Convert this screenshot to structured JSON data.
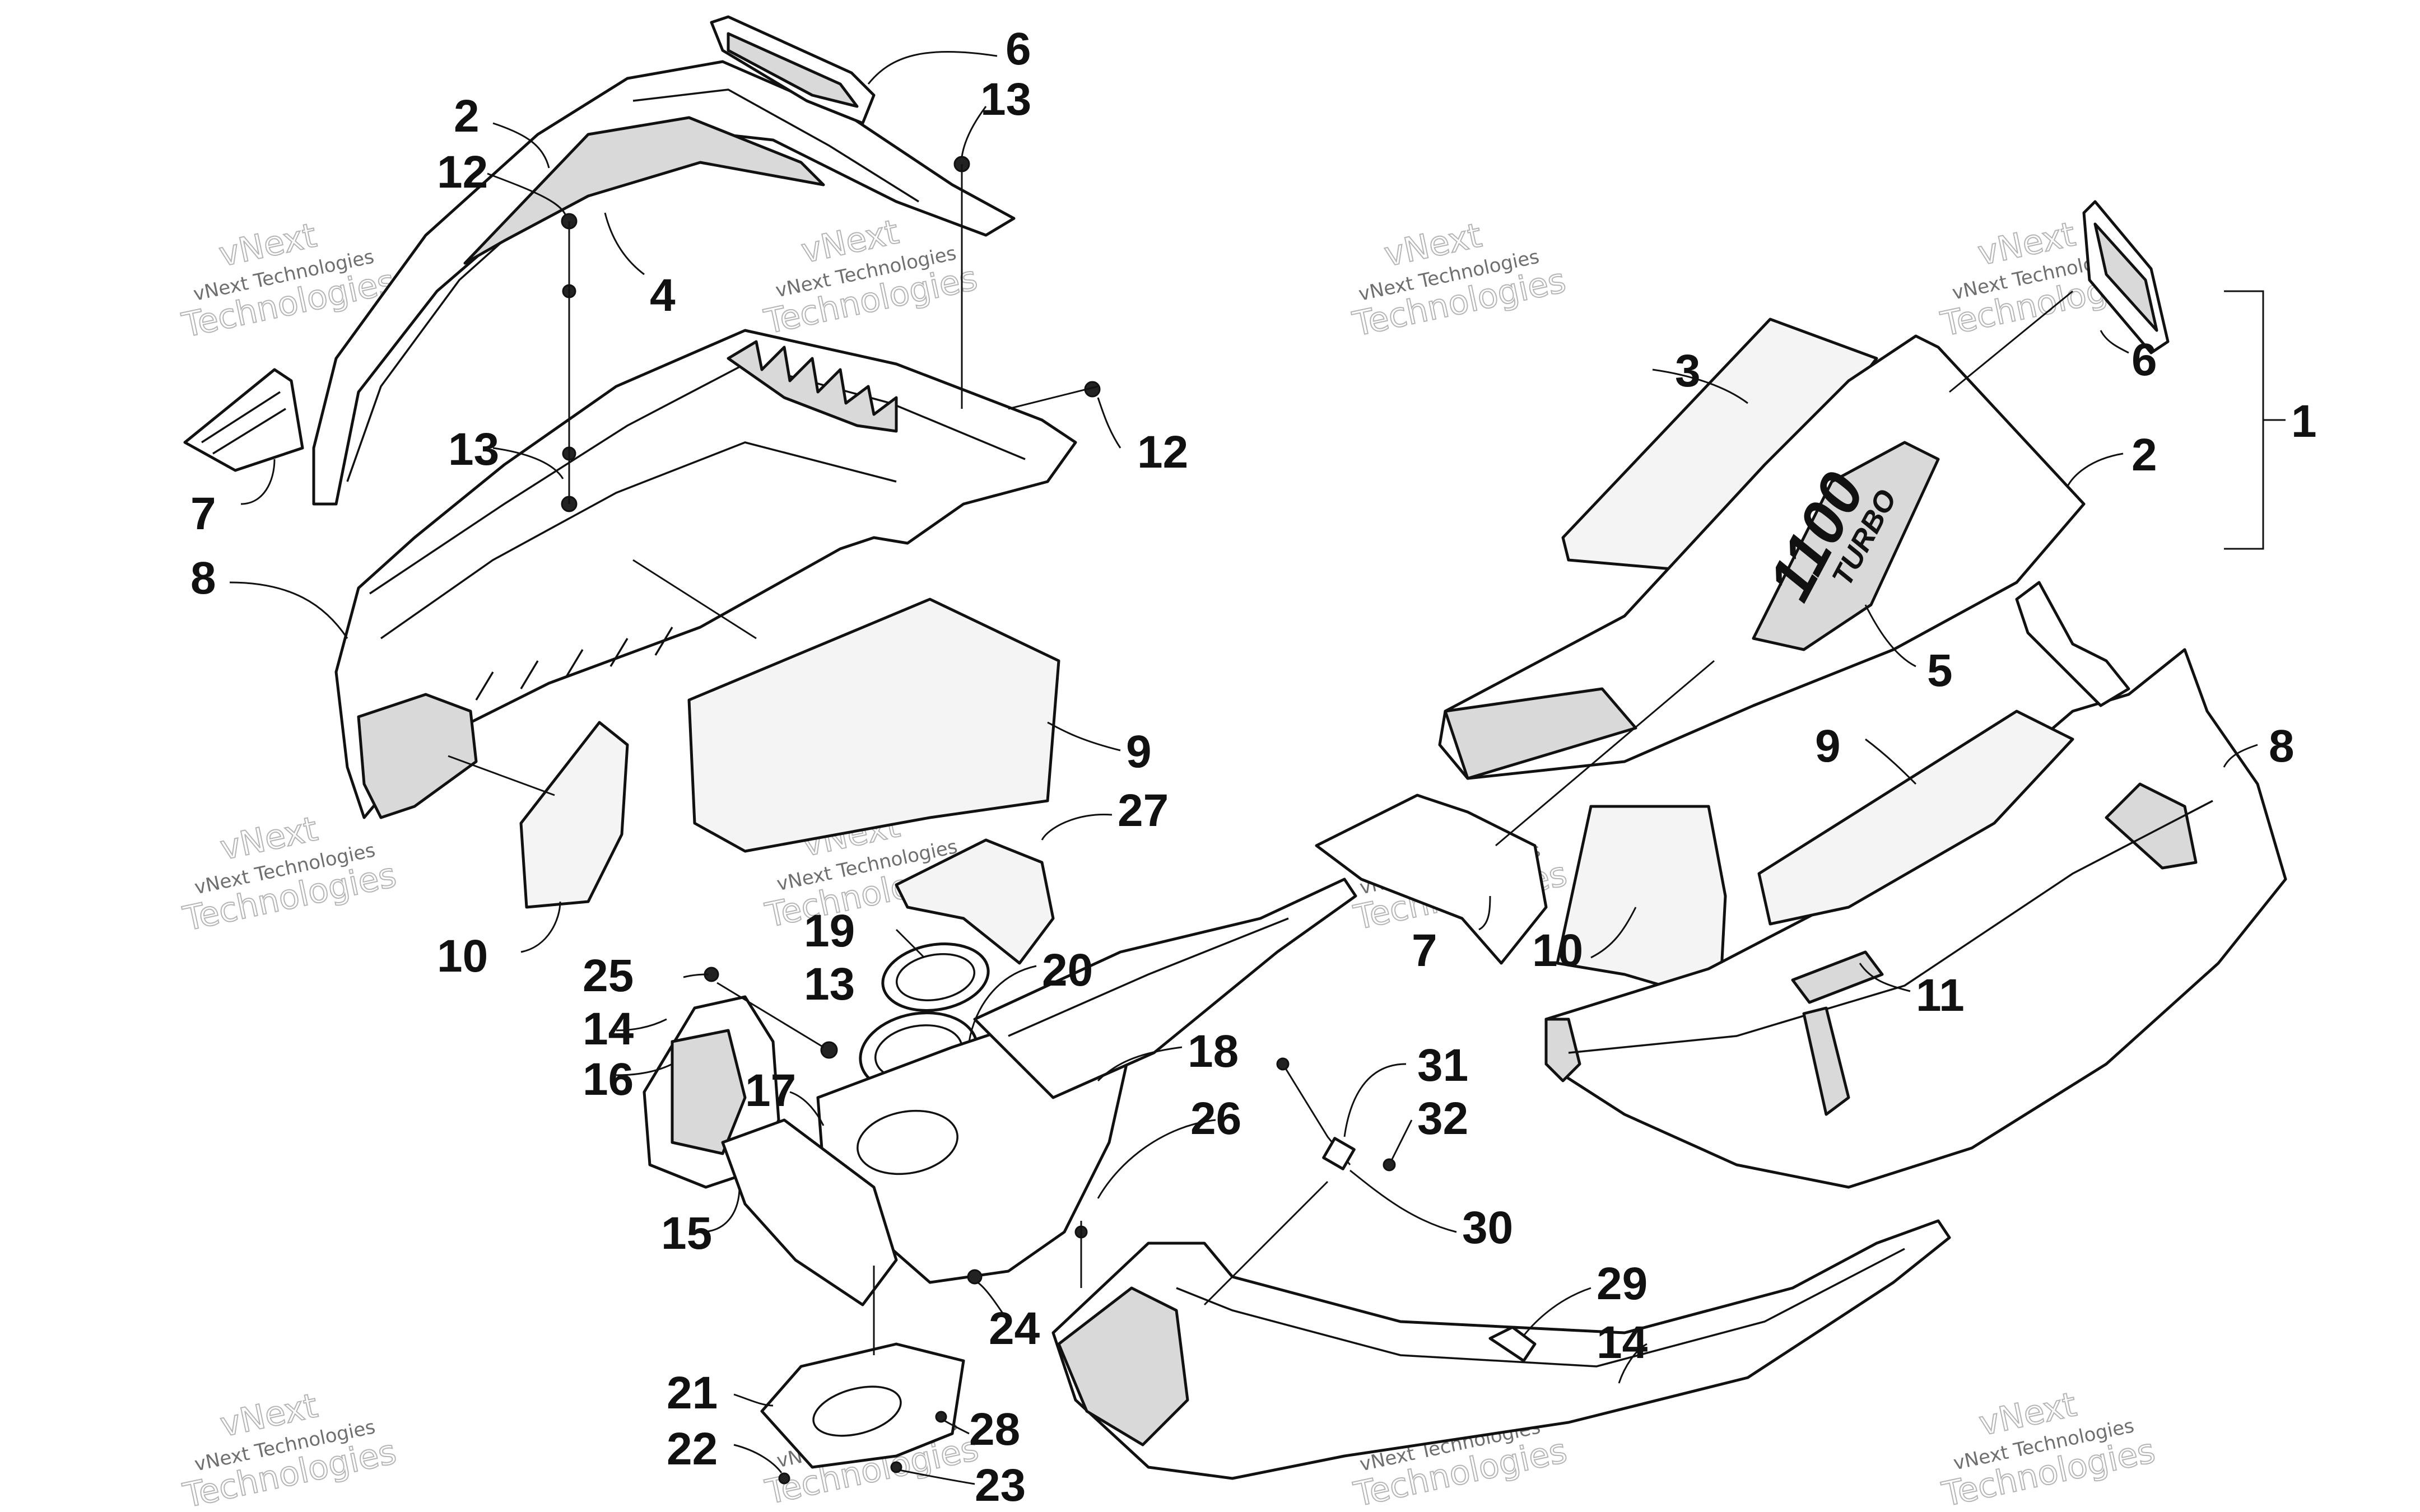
{
  "callouts": {
    "c1": "1",
    "c2a": "2",
    "c2b": "2",
    "c3": "3",
    "c4": "4",
    "c5": "5",
    "c6a": "6",
    "c6b": "6",
    "c7a": "7",
    "c7b": "7",
    "c8a": "8",
    "c8b": "8",
    "c9a": "9",
    "c9b": "9",
    "c10a": "10",
    "c10b": "10",
    "c11": "11",
    "c12a": "12",
    "c12b": "12",
    "c13a": "13",
    "c13b": "13",
    "c13c": "13",
    "c14a": "14",
    "c14b": "14",
    "c15": "15",
    "c16": "16",
    "c17": "17",
    "c18": "18",
    "c19": "19",
    "c20": "20",
    "c21": "21",
    "c22": "22",
    "c23": "23",
    "c24": "24",
    "c25": "25",
    "c26": "26",
    "c27": "27",
    "c28": "28",
    "c29": "29",
    "c30": "30",
    "c31": "31",
    "c32": "32"
  },
  "hood_decal": {
    "model": "1100",
    "sub": "TURBO"
  },
  "watermark": {
    "line1": "vNext Technologies",
    "line2": "Technologies",
    "line3": "vNext"
  }
}
